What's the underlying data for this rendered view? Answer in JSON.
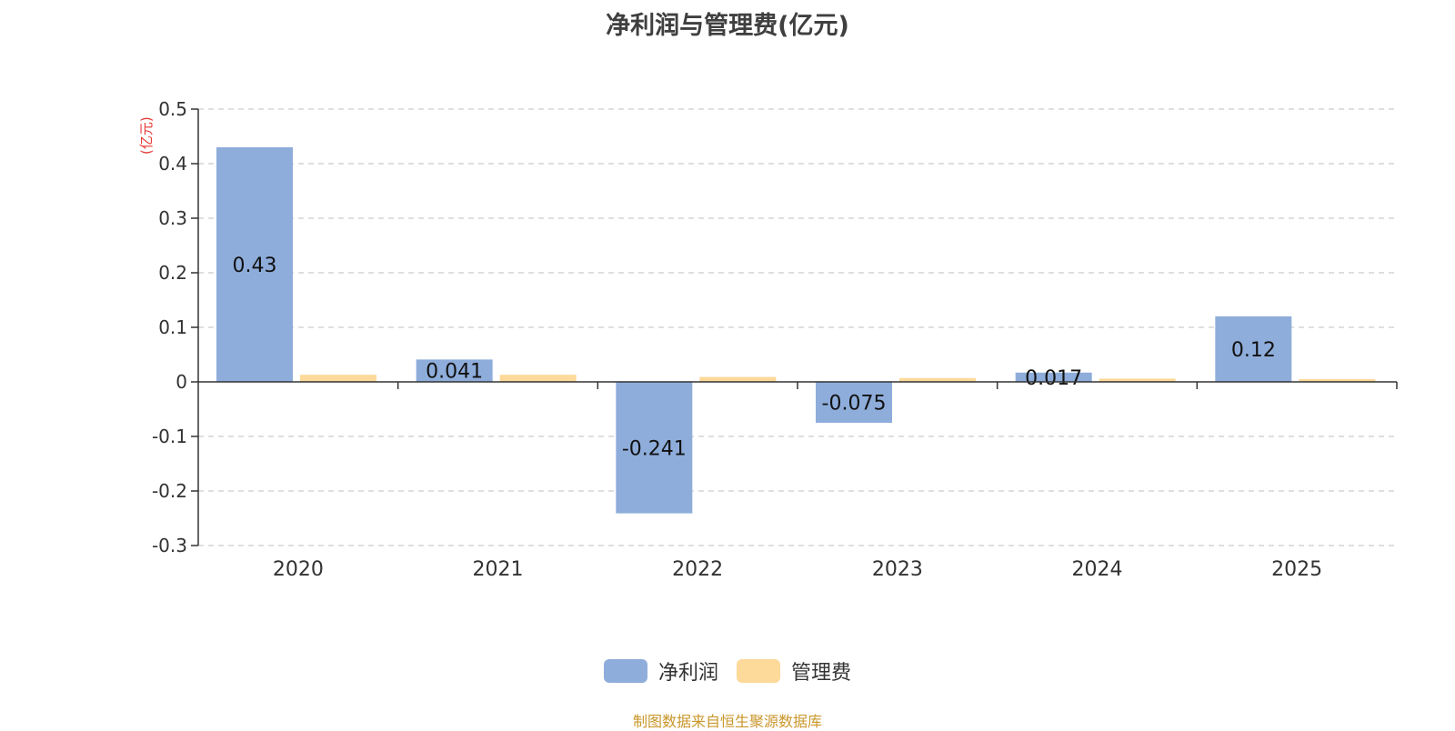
{
  "title": "净利润与管理费(亿元)",
  "unit_label": "(亿元)",
  "source": "制图数据来自恒生聚源数据库",
  "colors": {
    "net_profit": "#8eaddb",
    "admin_fee": "#fdd99a",
    "unit": "#e53935",
    "source": "#c9972b"
  },
  "legend": [
    {
      "name": "净利润",
      "color": "#8eaddb"
    },
    {
      "name": "管理费",
      "color": "#fdd99a"
    }
  ],
  "chart_data": {
    "type": "bar",
    "categories": [
      "2020",
      "2021",
      "2022",
      "2023",
      "2024",
      "2025"
    ],
    "series": [
      {
        "name": "净利润",
        "values": [
          0.43,
          0.041,
          -0.241,
          -0.075,
          0.017,
          0.12
        ],
        "labels": [
          "0.43",
          "0.041",
          "-0.241",
          "-0.075",
          "0.017",
          "0.12"
        ]
      },
      {
        "name": "管理费",
        "values": [
          0.013,
          0.013,
          0.009,
          0.007,
          0.006,
          0.005
        ],
        "labels": []
      }
    ],
    "ylim": [
      -0.3,
      0.5
    ],
    "yticks": [
      0.5,
      0.4,
      0.3,
      0.2,
      0.1,
      0,
      -0.1,
      -0.2,
      -0.3
    ],
    "ytick_labels": [
      "0.5",
      "0.4",
      "0.3",
      "0.2",
      "0.1",
      "0",
      "-0.1",
      "-0.2",
      "-0.3"
    ],
    "grid": true,
    "legend_position": "bottom-center"
  }
}
